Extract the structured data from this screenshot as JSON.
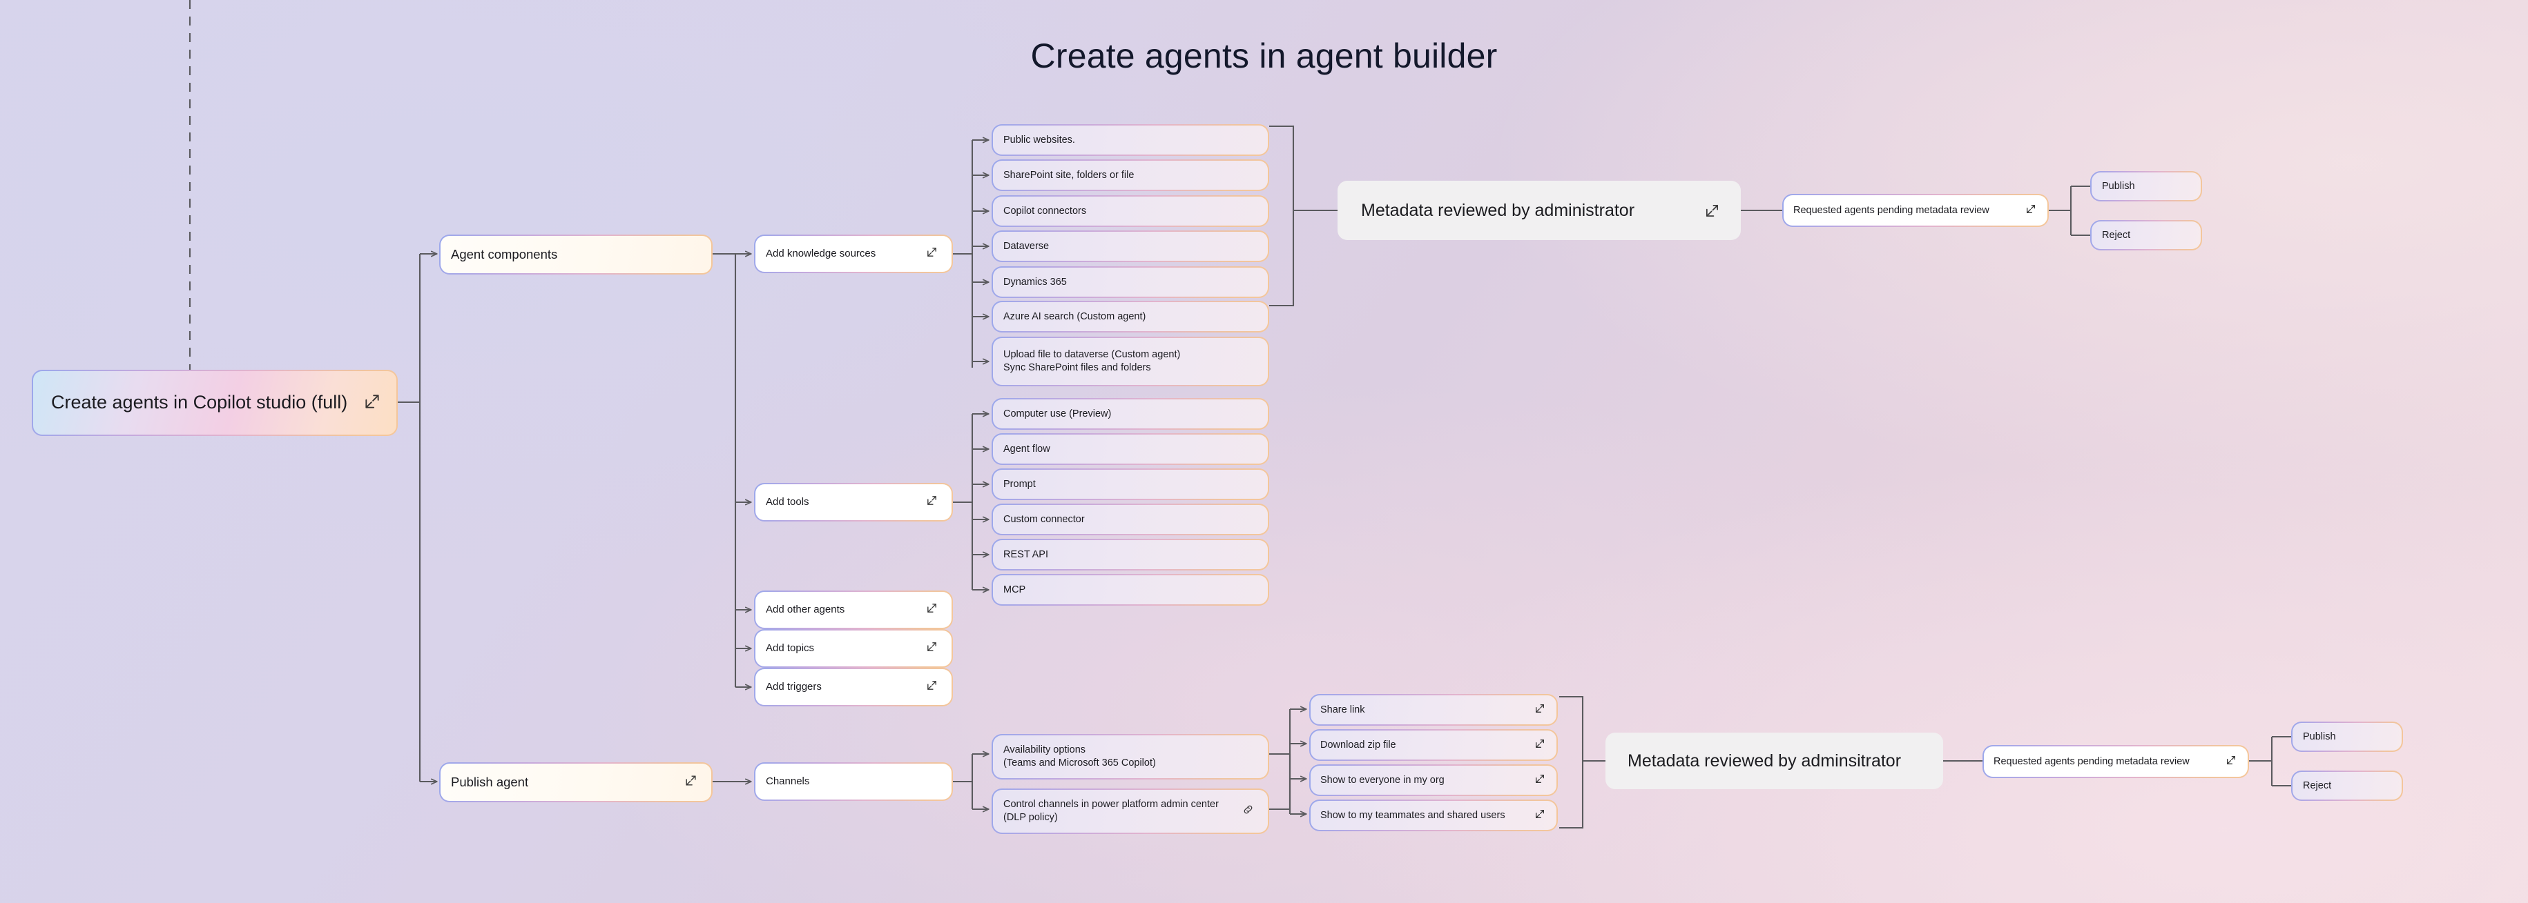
{
  "page": {
    "title": "Create agents in agent builder"
  },
  "root": {
    "label": "Create agents in Copilot studio (full)",
    "icon": "expand-icon"
  },
  "branches": [
    {
      "label": "Agent components",
      "icon": null
    },
    {
      "label": "Publish agent",
      "icon": "expand-icon"
    }
  ],
  "agent_components": {
    "children": [
      {
        "label": "Add knowledge sources",
        "icon": "expand-icon"
      },
      {
        "label": "Add tools",
        "icon": "expand-icon"
      },
      {
        "label": "Add other agents",
        "icon": "expand-icon"
      },
      {
        "label": "Add topics",
        "icon": "expand-icon"
      },
      {
        "label": "Add triggers",
        "icon": "expand-icon"
      }
    ]
  },
  "knowledge_sources": [
    {
      "label": "Public websites."
    },
    {
      "label": "SharePoint site, folders or file"
    },
    {
      "label": "Copilot connectors"
    },
    {
      "label": "Dataverse"
    },
    {
      "label": "Dynamics 365"
    },
    {
      "label": "Azure AI search (Custom agent)"
    },
    {
      "label": "Upload file to dataverse (Custom agent)\nSync SharePoint files and folders"
    }
  ],
  "tools": [
    {
      "label": "Computer use (Preview)"
    },
    {
      "label": "Agent flow"
    },
    {
      "label": "Prompt"
    },
    {
      "label": "Custom connector"
    },
    {
      "label": "REST API"
    },
    {
      "label": "MCP"
    }
  ],
  "review_top": {
    "metadata": {
      "label": "Metadata reviewed by administrator",
      "icon": "expand-icon"
    },
    "pending": {
      "label": "Requested agents pending metadata review",
      "icon": "expand-icon"
    },
    "outcomes": [
      {
        "label": "Publish"
      },
      {
        "label": "Reject"
      }
    ]
  },
  "publish_agent": {
    "channels": {
      "label": "Channels",
      "icon": null
    },
    "options": [
      {
        "label": "Availability options\n(Teams and Microsoft 365 Copilot)",
        "icon": null
      },
      {
        "label": "Control channels in power platform admin center\n(DLP policy)",
        "icon": "link-icon"
      }
    ],
    "share_options": [
      {
        "label": "Share link",
        "icon": "expand-icon"
      },
      {
        "label": "Download zip file",
        "icon": "expand-icon"
      },
      {
        "label": "Show to everyone in my org",
        "icon": "expand-icon"
      },
      {
        "label": "Show to my teammates and shared users",
        "icon": "expand-icon"
      }
    ]
  },
  "review_bottom": {
    "metadata": {
      "label": "Metadata reviewed by adminsitrator",
      "icon": null
    },
    "pending": {
      "label": "Requested agents pending metadata review",
      "icon": "expand-icon"
    },
    "outcomes": [
      {
        "label": "Publish"
      },
      {
        "label": "Reject"
      }
    ]
  },
  "colors": {
    "wire": "#5a5a5e",
    "border_start": "#9aa8ec",
    "border_end": "#f5c79a",
    "text": "#1c1c20"
  }
}
